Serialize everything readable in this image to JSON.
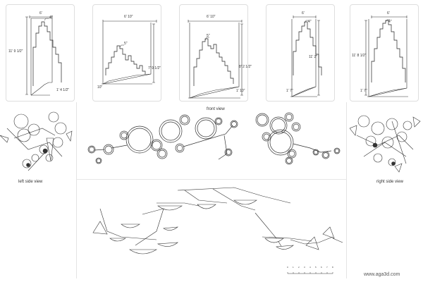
{
  "elevations": [
    {
      "width_dim": "6'",
      "height_dim": "11' 9 1/2\"",
      "top_dim": "4\"",
      "base_dim": "1' 4 1/2\""
    },
    {
      "width_dim": "6' 10\"",
      "height_dim": "7' 9 1/2\"",
      "top_dim": "5\"",
      "base_dim": "10\""
    },
    {
      "width_dim": "6' 10\"",
      "height_dim": "8' 2 1/2\"",
      "top_dim": "5\"",
      "base_dim": "1' 10\""
    },
    {
      "width_dim": "6'",
      "height_dim": "11' 2\"",
      "top_dim": "4\"",
      "base_dim": "1' 7\""
    },
    {
      "width_dim": "6'",
      "height_dim": "11' 8 1/2\"",
      "top_dim": "4\"",
      "base_dim": "1' 7\""
    }
  ],
  "views": {
    "front": "front view",
    "left_side": "left side view",
    "right_side": "right side view"
  },
  "scale_bar": {
    "ticks": [
      "0",
      "1",
      "2",
      "3",
      "4",
      "5",
      "6",
      "7",
      "8"
    ]
  },
  "watermark": "www.aga3d.com",
  "colors": {
    "line": "#333333",
    "panel_border": "#dedede",
    "dim_line": "#1a1a1a"
  }
}
